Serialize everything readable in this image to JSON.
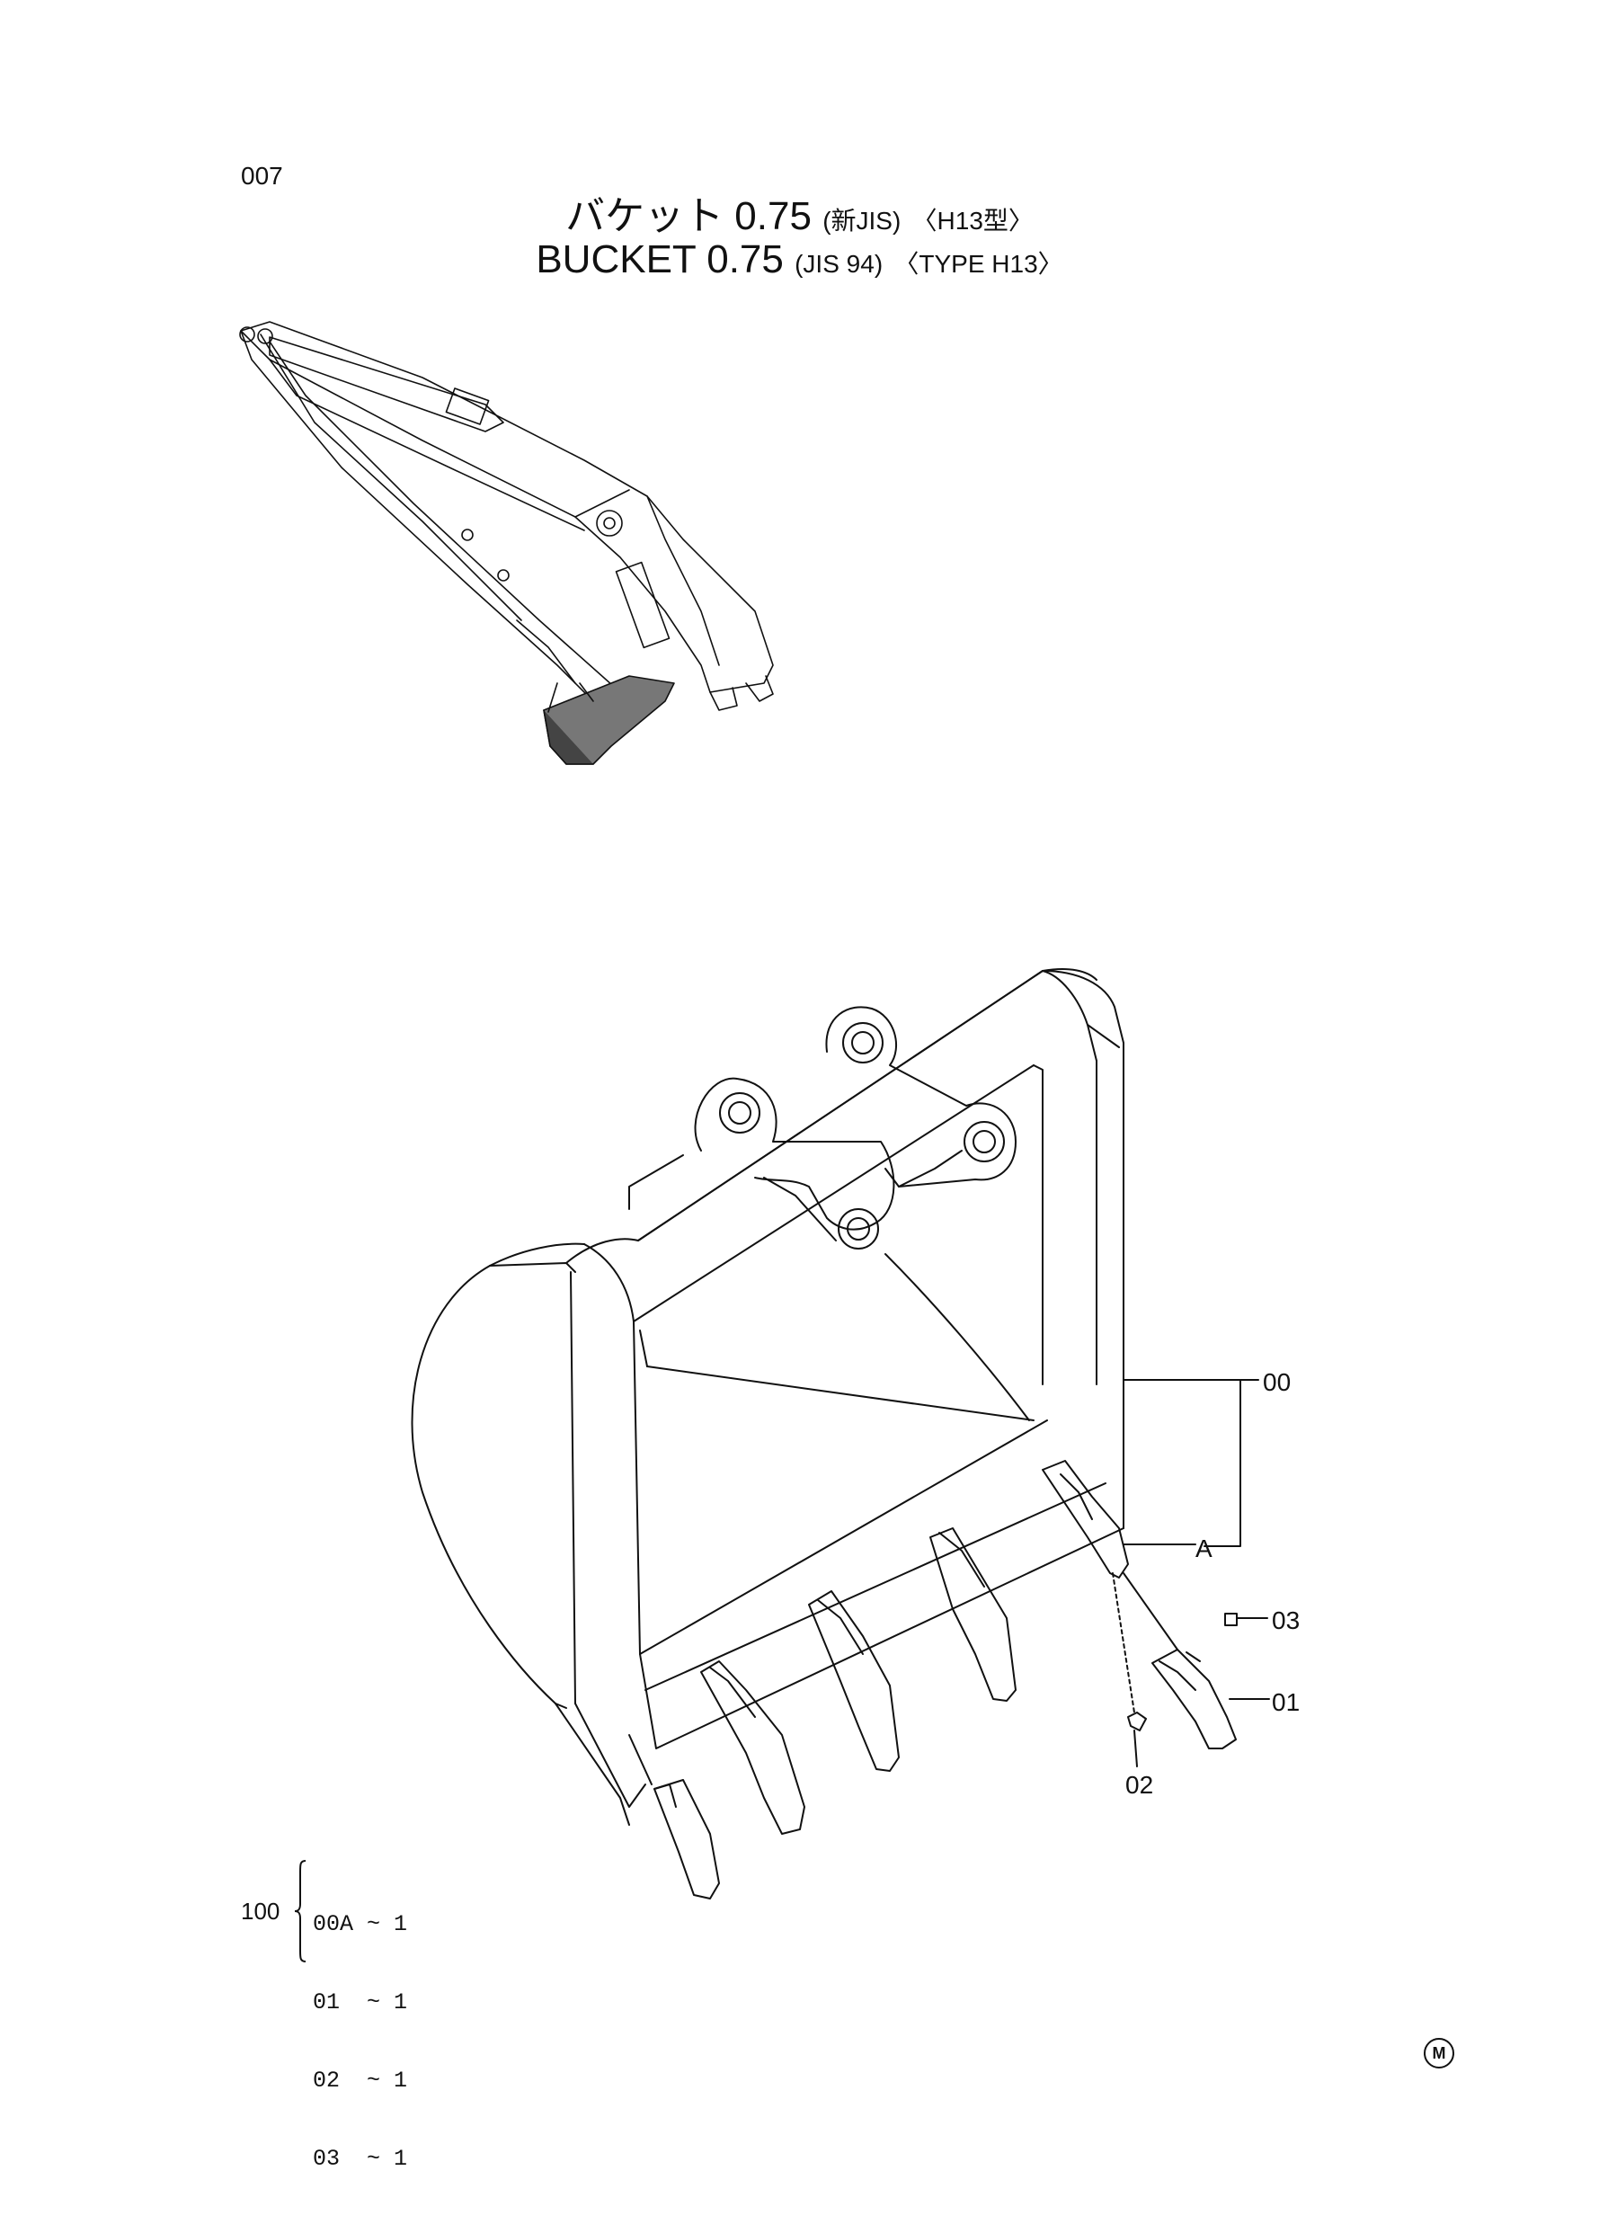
{
  "page_number": "007",
  "title_jp": {
    "main": "バケット 0.75",
    "spec": "(新JIS)",
    "type": "〈H13型〉"
  },
  "title_en": {
    "main": "BUCKET 0.75",
    "spec": "(JIS 94)",
    "type": "〈TYPE H13〉"
  },
  "callouts": {
    "c00": "00",
    "cA": "A",
    "c03": "03",
    "c01": "01",
    "c02": "02"
  },
  "parts_list": {
    "qty_code": "100",
    "rows": [
      "00A ~ 1",
      "01  ~ 1",
      "02  ~ 1",
      "03  ~ 1"
    ]
  },
  "maker_mark": "M"
}
